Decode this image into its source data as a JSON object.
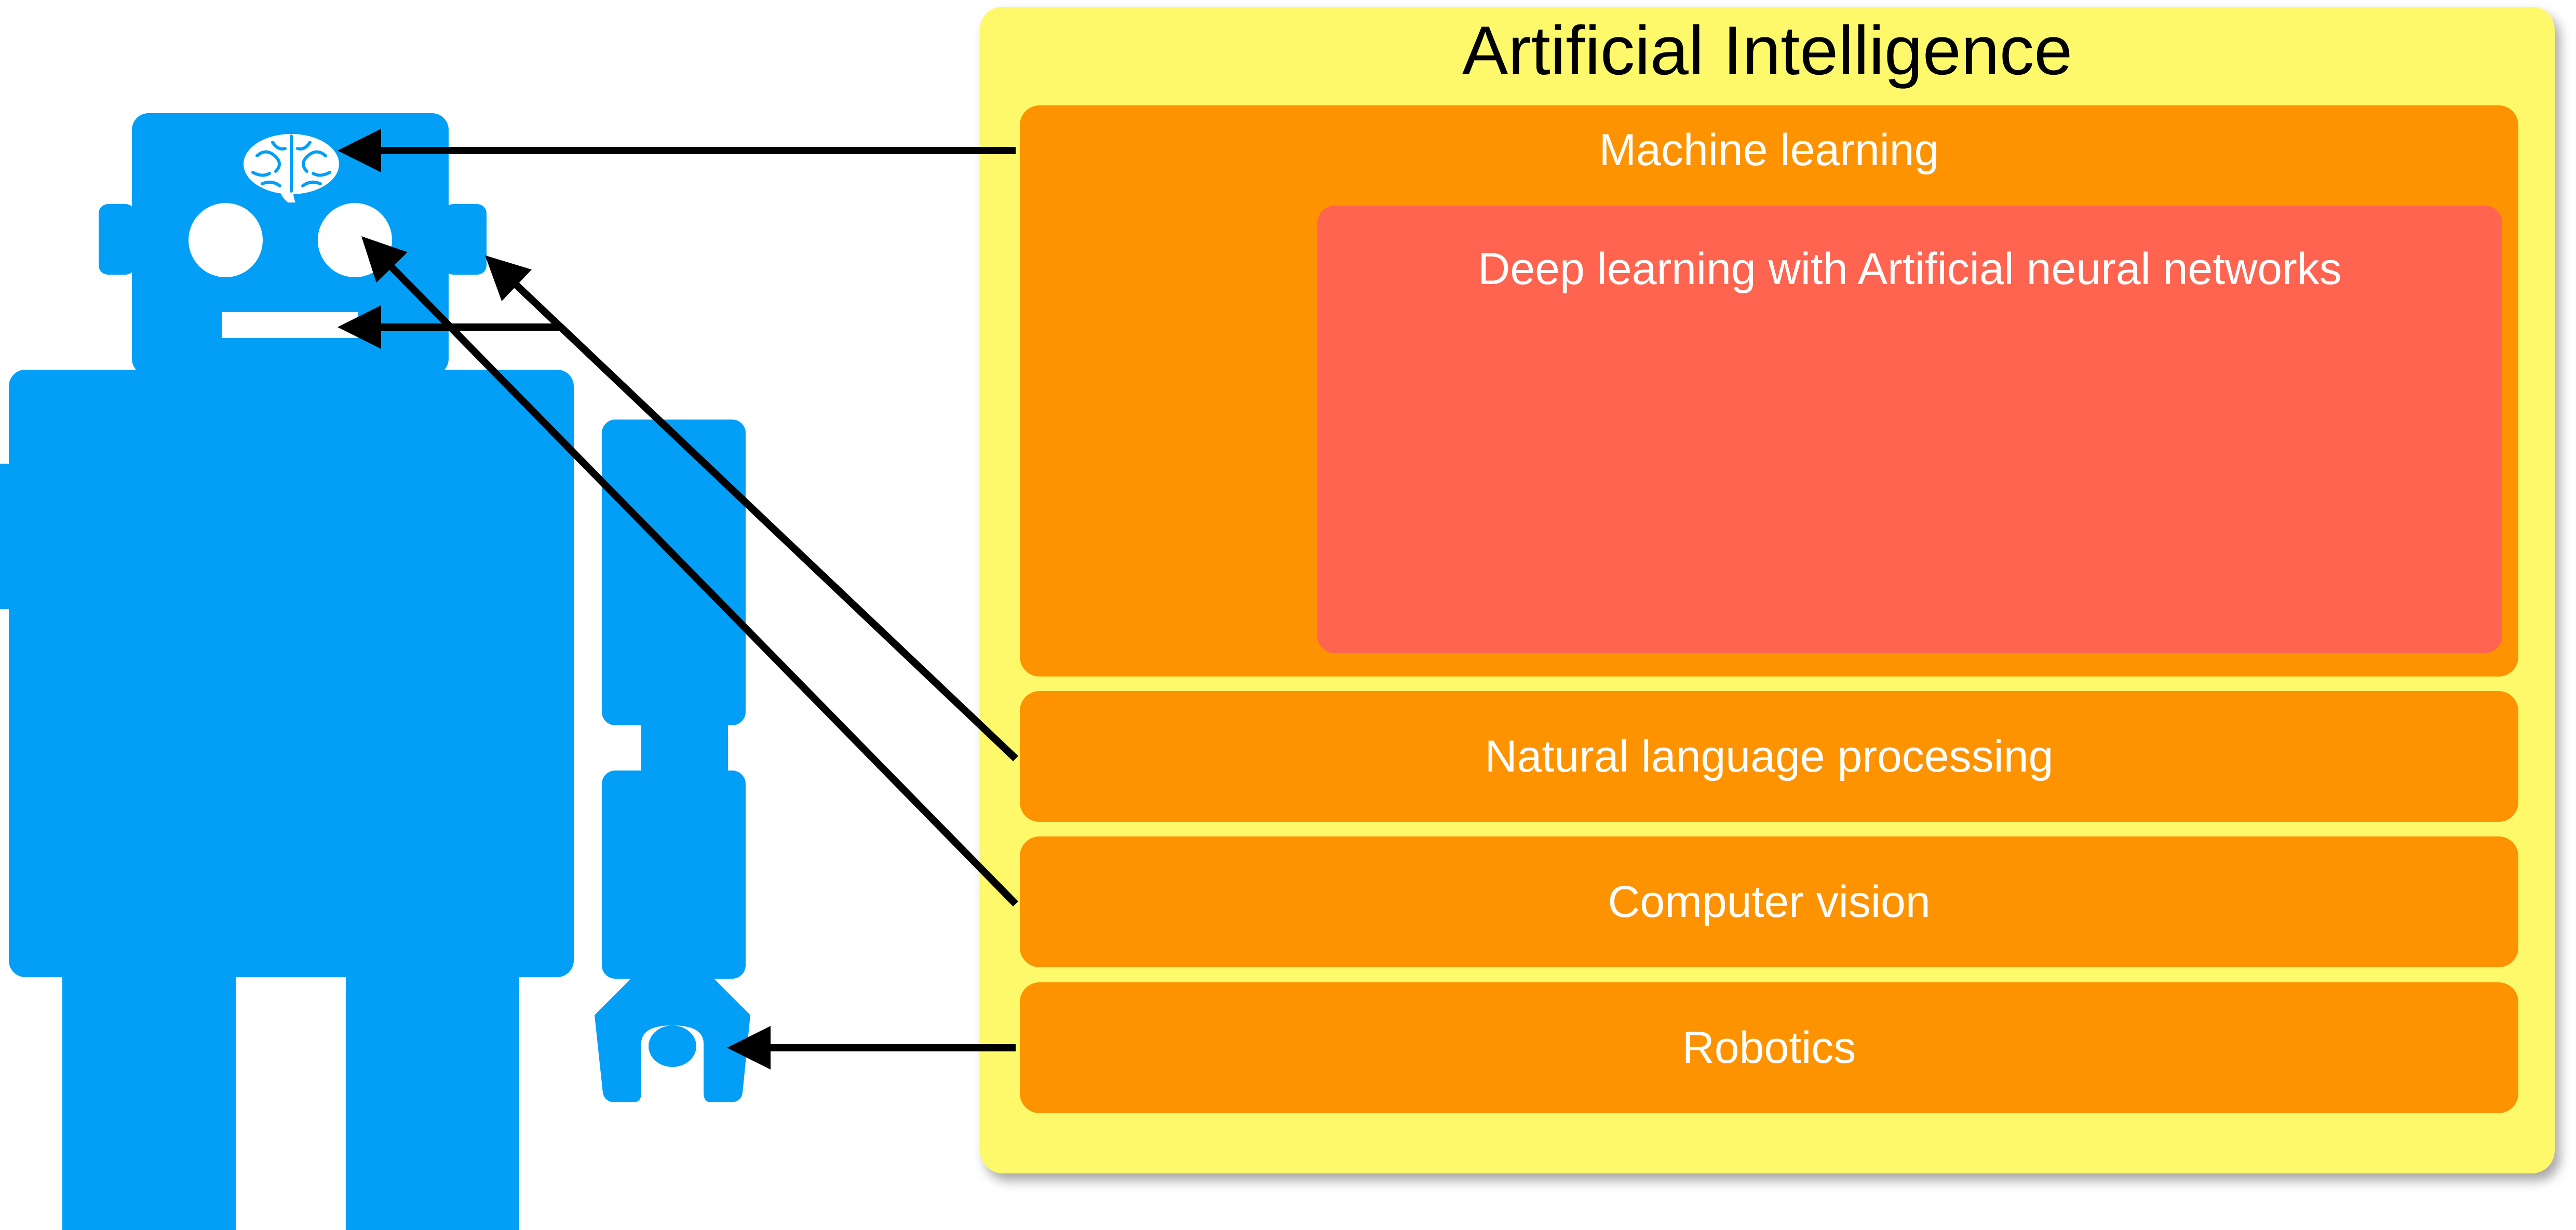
{
  "diagram": {
    "title": "Artificial Intelligence",
    "subfields": {
      "machine_learning": "Machine learning",
      "deep_learning": "Deep learning with Artificial neural networks",
      "nlp": "Natural language processing",
      "computer_vision": "Computer vision",
      "robotics": "Robotics"
    },
    "mappings": [
      {
        "from": "Machine learning",
        "to": "brain"
      },
      {
        "from": "Natural language processing",
        "to": "mouth"
      },
      {
        "from": "Natural language processing",
        "to": "ear"
      },
      {
        "from": "Computer vision",
        "to": "eye"
      },
      {
        "from": "Robotics",
        "to": "hand"
      }
    ],
    "robot_parts": [
      "brain-icon",
      "eye",
      "mouth",
      "ear",
      "hand"
    ]
  },
  "colors": {
    "robot": "#039ff7",
    "ai_panel": "#fdf96b",
    "subfield": "#fd9300",
    "deep_learning": "#fe644f",
    "arrow": "#000000",
    "robot_features": "#ffffff"
  }
}
